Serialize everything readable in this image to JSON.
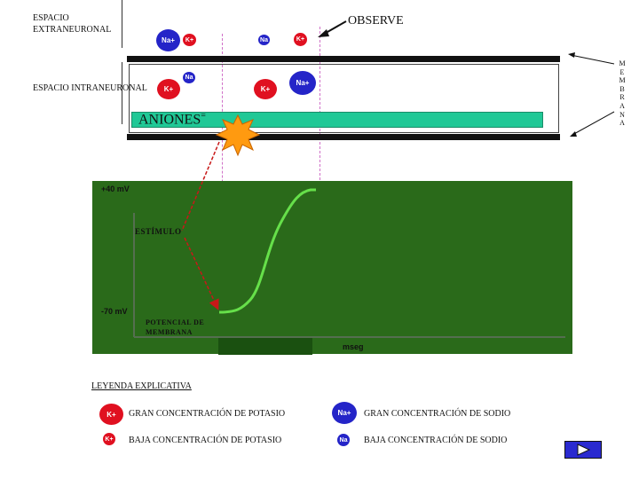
{
  "labels": {
    "extra_line1": "ESPACIO",
    "extra_line2": "EXTRANEURONAL",
    "intra": "ESPACIO INTRANEURONAL",
    "observe": "OBSERVE",
    "membrana": [
      "M",
      "E",
      "M",
      "B",
      "R",
      "A",
      "N",
      "A"
    ],
    "aniones": "ANIONES",
    "aniones_sign": "=",
    "estimulo": "ESTÍMULO",
    "potencial_line1": "POTENCIAL DE",
    "potencial_line2": "MEMBRANA",
    "y_top": "+40 mV",
    "y_bottom": "-70 mV",
    "x_unit": "mseg"
  },
  "ions": {
    "outside": [
      "Na+",
      "K+",
      "Na",
      "K+"
    ],
    "inside": [
      "Na",
      "K+",
      "K+",
      "Na+"
    ]
  },
  "legend": {
    "title": "LEYENDA EXPLICATIVA",
    "items": [
      {
        "symbol": "K+",
        "text": "GRAN CONCENTRACIÓN DE POTASIO"
      },
      {
        "symbol": "Na+",
        "text": "GRAN CONCENTRACIÓN DE SODIO"
      },
      {
        "symbol": "K+",
        "text": "BAJA CONCENTRACIÓN DE POTASIO"
      },
      {
        "symbol": "Na",
        "text": "BAJA CONCENTRACIÓN DE SODIO"
      }
    ]
  },
  "colors": {
    "sodium": "#2424c8",
    "potassium": "#e01020",
    "graph_bg": "#2a6a1a",
    "curve": "#66e04a",
    "aniones_bar": "#20c896",
    "dashed_line": "#d070c8",
    "stimulus": "#ff9a10",
    "arrow": "#c81818"
  }
}
